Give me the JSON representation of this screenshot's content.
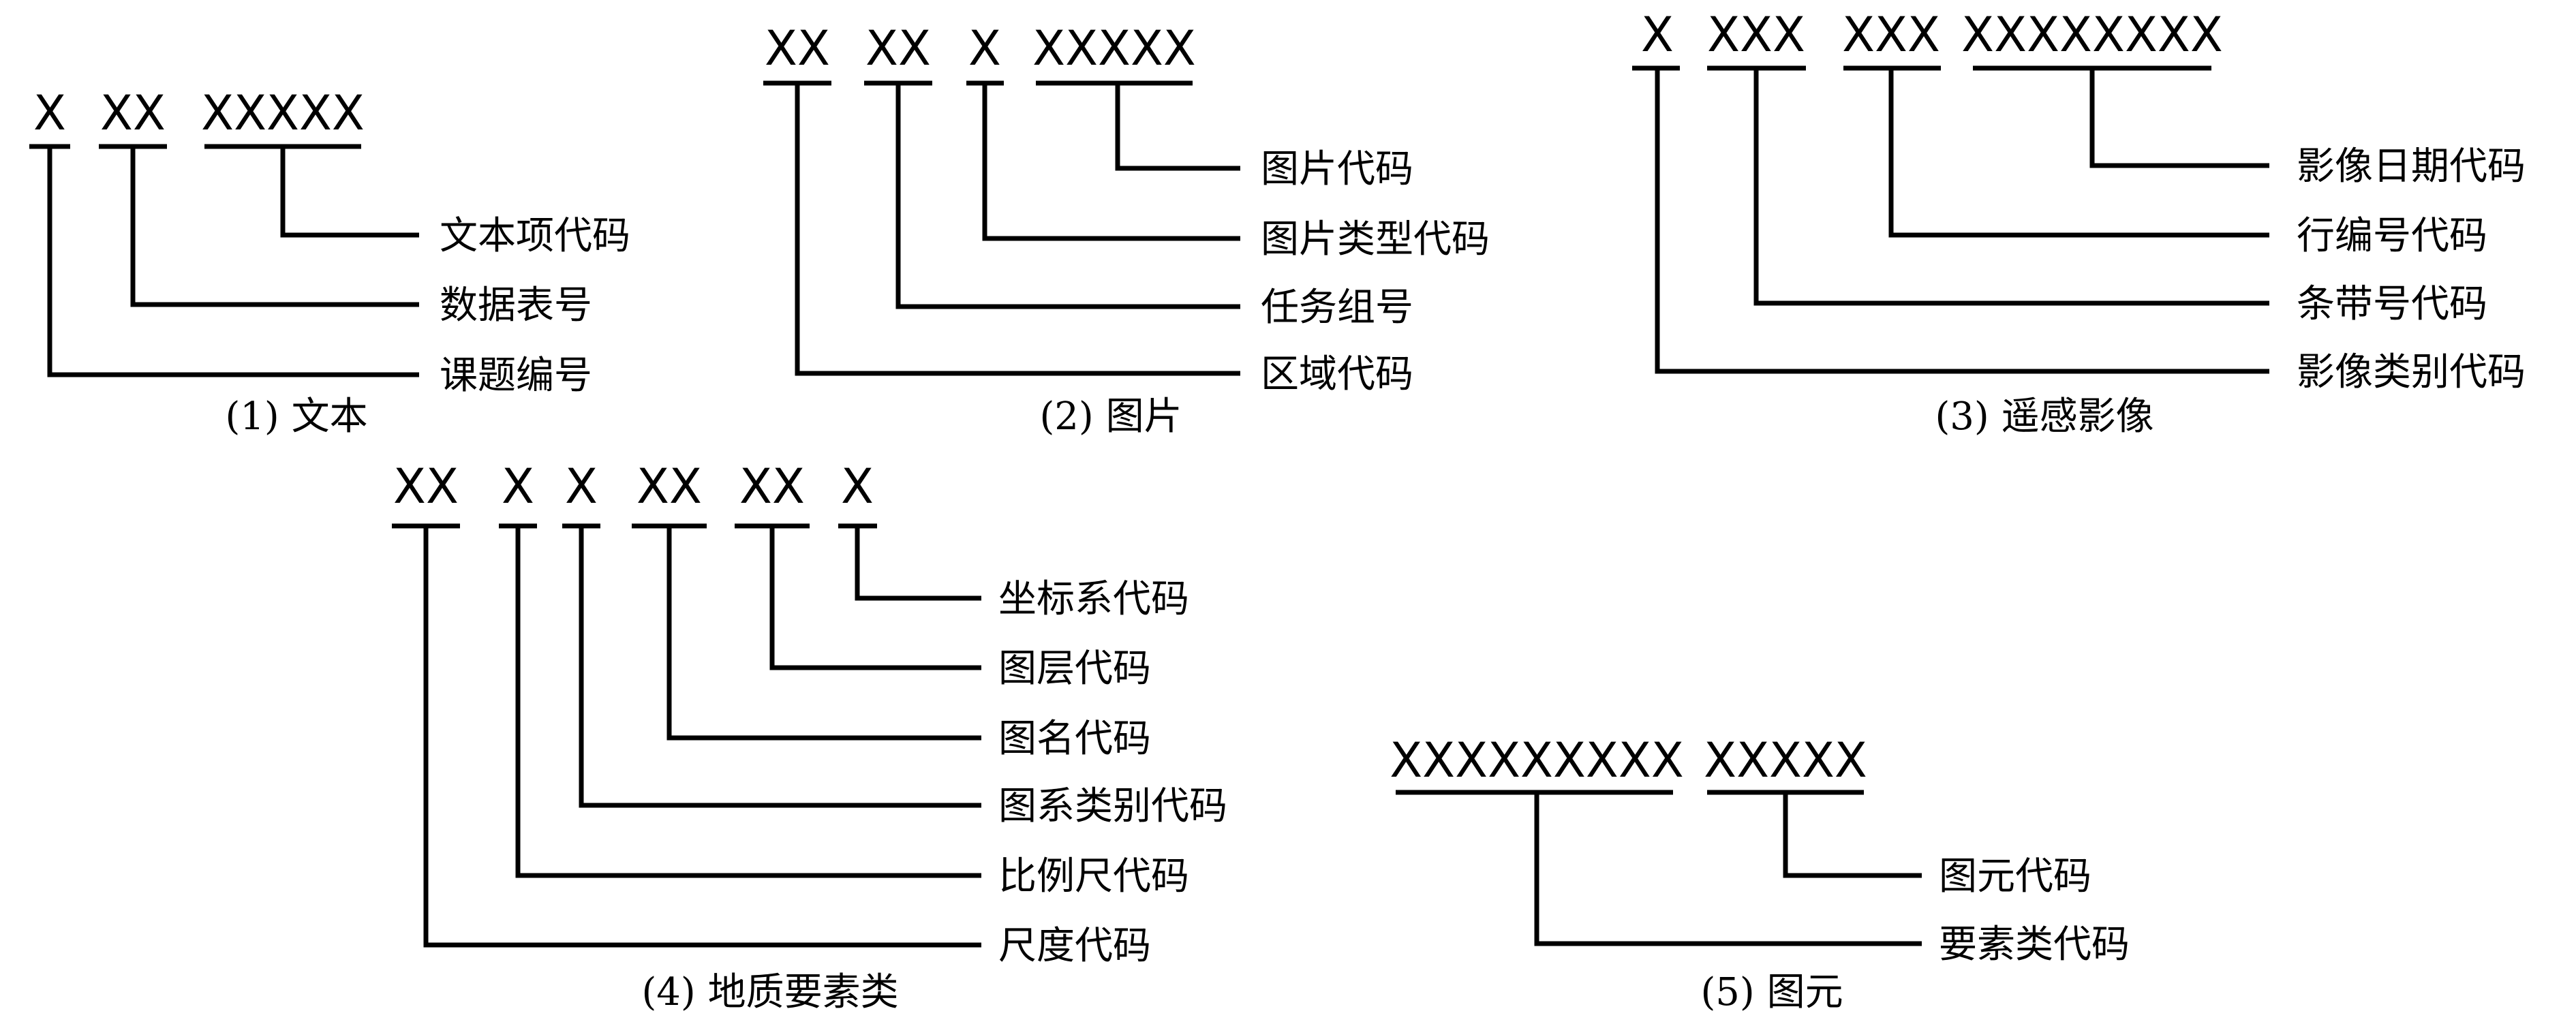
{
  "diagrams": [
    {
      "caption": "(1) 文本",
      "codes": [
        "X",
        "XX",
        "XXXXX"
      ],
      "fields": [
        "文本项代码",
        "数据表号",
        "课题编号"
      ]
    },
    {
      "caption": "(2) 图片",
      "codes": [
        "XX",
        "XX",
        "X",
        "XXXXX"
      ],
      "fields": [
        "图片代码",
        "图片类型代码",
        "任务组号",
        "区域代码"
      ]
    },
    {
      "caption": "(3) 遥感影像",
      "codes": [
        "X",
        "XXX",
        "XXX",
        "XXXXXXXX"
      ],
      "fields": [
        "影像日期代码",
        "行编号代码",
        "条带号代码",
        "影像类别代码"
      ]
    },
    {
      "caption": "(4) 地质要素类",
      "codes": [
        "XX",
        "X",
        "X",
        "XX",
        "XX",
        "X"
      ],
      "fields": [
        "坐标系代码",
        "图层代码",
        "图名代码",
        "图系类别代码",
        "比例尺代码",
        "尺度代码"
      ]
    },
    {
      "caption": "(5) 图元",
      "codes": [
        "XXXXXXXXX",
        "XXXXX"
      ],
      "fields": [
        "图元代码",
        "要素类代码"
      ]
    }
  ]
}
